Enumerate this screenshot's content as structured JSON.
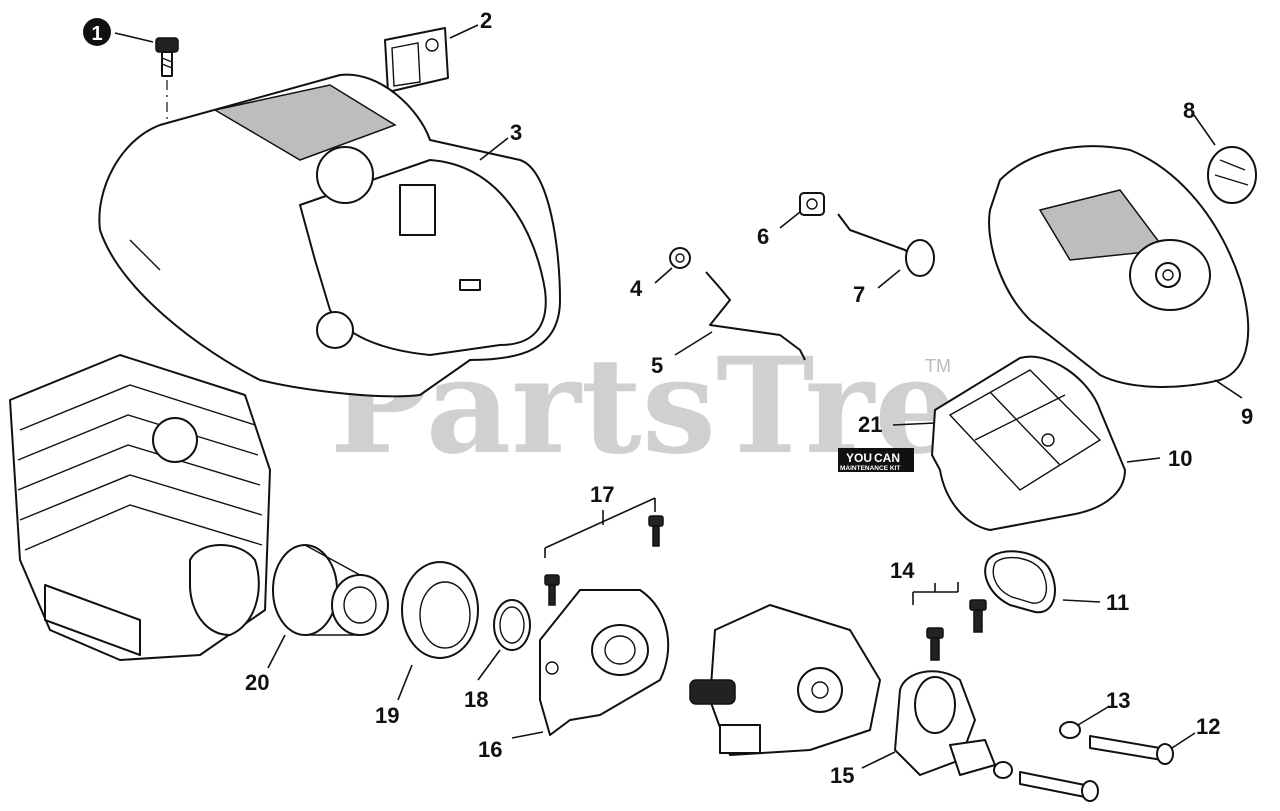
{
  "watermark": {
    "text": "PartsTree",
    "trademark": "TM"
  },
  "badge": {
    "line1": "YOU",
    "line2": "CAN",
    "line3": "MAINTENANCE KIT"
  },
  "callouts": [
    {
      "num": "1",
      "filled": true
    },
    {
      "num": "2"
    },
    {
      "num": "3"
    },
    {
      "num": "4"
    },
    {
      "num": "5"
    },
    {
      "num": "6"
    },
    {
      "num": "7"
    },
    {
      "num": "8"
    },
    {
      "num": "9"
    },
    {
      "num": "10"
    },
    {
      "num": "11"
    },
    {
      "num": "12"
    },
    {
      "num": "13"
    },
    {
      "num": "14"
    },
    {
      "num": "15"
    },
    {
      "num": "16"
    },
    {
      "num": "17"
    },
    {
      "num": "18"
    },
    {
      "num": "19"
    },
    {
      "num": "20"
    },
    {
      "num": "21"
    }
  ]
}
